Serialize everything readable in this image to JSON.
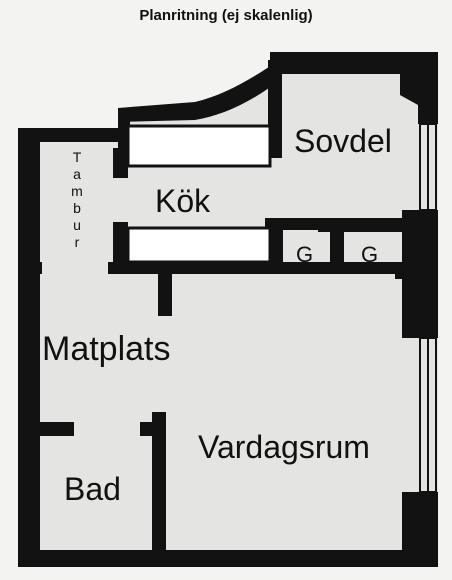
{
  "title": "Planritning (ej skalenlig)",
  "rooms": {
    "sovdel": "Sovdel",
    "kok": "Kök",
    "tambur": "Tambur",
    "garderob_1": "G",
    "garderob_2": "G",
    "matplats": "Matplats",
    "vardagsrum": "Vardagsrum",
    "bad": "Bad"
  },
  "colors": {
    "wall": "#121212",
    "floor": "#e4e4e2",
    "paper": "#f3f3f1"
  }
}
